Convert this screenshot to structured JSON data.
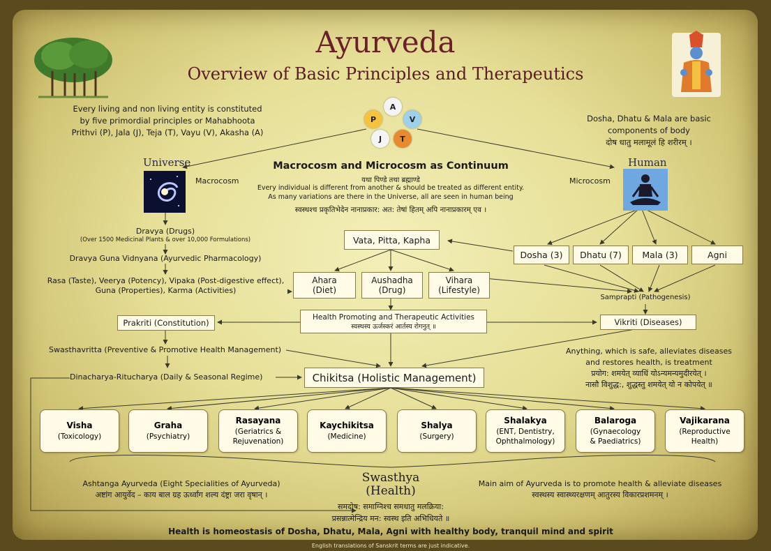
{
  "header": {
    "title": "Ayurveda",
    "subtitle": "Overview of Basic Principles and Therapeutics"
  },
  "elements": {
    "p": "P",
    "a": "A",
    "v": "V",
    "j": "J",
    "t": "T",
    "p_color": "#f6c340",
    "a_color": "#f4f4f4",
    "v_color": "#9fd0ea",
    "j_color": "#f4f4f4",
    "t_color": "#e88a2e"
  },
  "left_intro": [
    "Every living and non living entity is constituted",
    "by five primordial principles or Mahabhoota",
    "Prithvi (P), Jala (J), Teja (T), Vayu (V), Akasha (A)"
  ],
  "right_intro": {
    "line1": "Dosha, Dhatu & Mala are basic",
    "line2": "components of body",
    "sanskrit": "दोष धातु मलामूलं हि शरीरम् ।"
  },
  "universe": {
    "label": "Universe",
    "sub": "Macrocosm"
  },
  "human": {
    "label": "Human",
    "sub": "Microcosm"
  },
  "continuum": {
    "heading": "Macrocosm and Microcosm as Continuum",
    "sanskrit1": "यथा पिण्डे तथा ब्रह्माण्डे",
    "line1": "Every individual is different from another & should be treated as different entity.",
    "line2": "As many variations are there in the Universe, all are seen in human being",
    "sanskrit2": "स्वस्थश्च प्रकृतिभेदेन नानाप्रकार: अत: तेषां हितम् अपि नानाप्रकारम् एव ।"
  },
  "left_chain": {
    "dravya": "Dravya (Drugs)",
    "dravya_sub": "(Over 1500 Medicinal Plants & over 10,000 Formulations)",
    "dgv": "Dravya Guna Vidnyana (Ayurvedic Pharmacology)",
    "rasa1": "Rasa (Taste), Veerya (Potency), Vipaka (Post-digestive effect),",
    "rasa2": "Guna (Properties), Karma (Activities)"
  },
  "vpk": "Vata, Pitta, Kapha",
  "components": [
    "Dosha (3)",
    "Dhatu (7)",
    "Mala (3)",
    "Agni"
  ],
  "ahara": {
    "name": "Ahara",
    "sub": "(Diet)"
  },
  "aushadha": {
    "name": "Aushadha",
    "sub": "(Drug)"
  },
  "vihara": {
    "name": "Vihara",
    "sub": "(Lifestyle)"
  },
  "samprapti": "Samprapti (Pathogenesis)",
  "hp": {
    "line1": "Health Promoting and Therapeutic Activities",
    "sanskrit": "स्वस्थस्य ऊर्जस्करं आर्तस्य रोगनुत् ॥"
  },
  "prakriti": "Prakriti (Constitution)",
  "vikriti": "Vikriti (Diseases)",
  "swasthavritta": "Swasthavritta (Preventive & Promotive Health Management)",
  "dinacharya": "Dinacharya-Ritucharya (Daily & Seasonal Regime)",
  "treatment": {
    "line1": "Anything, which is safe, alleviates diseases",
    "line2": "and restores health, is treatment",
    "sanskrit1": "प्रयोग: शमयेत् व्याधिं योऽन्यमन्यमुदीरयेत् ।",
    "sanskrit2": "नासौ विशुद्ध:, शुद्धस्तु शमयेत् यो न कोपयेत् ॥"
  },
  "chikitsa": "Chikitsa (Holistic Management)",
  "specialities": [
    {
      "name": "Visha",
      "sub": [
        "(Toxicology)"
      ]
    },
    {
      "name": "Graha",
      "sub": [
        "(Psychiatry)"
      ]
    },
    {
      "name": "Rasayana",
      "sub": [
        "(Geriatrics &",
        "Rejuvenation)"
      ]
    },
    {
      "name": "Kaychikitsa",
      "sub": [
        "(Medicine)"
      ]
    },
    {
      "name": "Shalya",
      "sub": [
        "(Surgery)"
      ]
    },
    {
      "name": "Shalakya",
      "sub": [
        "(ENT, Dentistry,",
        "Ophthalmology)"
      ]
    },
    {
      "name": "Balaroga",
      "sub": [
        "(Gynaecology",
        "& Paediatrics)"
      ]
    },
    {
      "name": "Vajikarana",
      "sub": [
        "(Reproductive",
        "Health)"
      ]
    }
  ],
  "swasthya": {
    "line1": "Swasthya",
    "line2": "(Health)"
  },
  "ashtanga": {
    "line1": "Ashtanga Ayurveda (Eight Specialities of Ayurveda)",
    "sanskrit": "अष्टांग आयुर्वेद – काय बाल ग्रह ऊर्ध्वांग शल्य दंष्ट्रा जरा वृषान् ।"
  },
  "main_aim": {
    "line1": "Main aim of Ayurveda is to promote health & alleviate diseases",
    "sanskrit": "स्वस्थस्य स्वास्थ्यरक्षणम् आतुरस्य विकारप्रशमनम् ।"
  },
  "samadosha": {
    "line1": "समदोष: समाग्निश्च समधातु मलक्रिया:",
    "line2": "प्रसन्नात्मेन्द्रिय मन: स्वस्थ इति अभिधियते ॥"
  },
  "footer": {
    "health": "Health is homeostasis of Dosha, Dhatu, Mala, Agni with healthy body, tranquil mind and spirit",
    "note": "English translations of Sanskrit terms are just indicative."
  }
}
